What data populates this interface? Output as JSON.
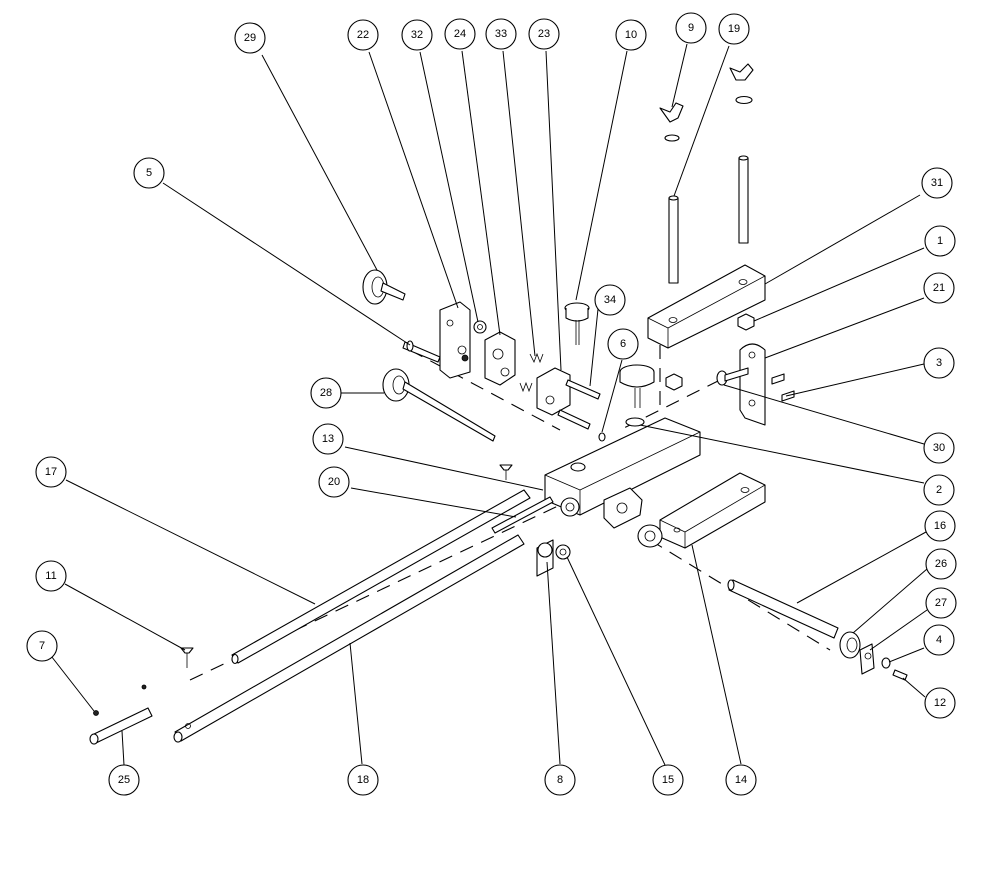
{
  "callouts": [
    "29",
    "22",
    "32",
    "24",
    "33",
    "23",
    "10",
    "9",
    "19",
    "5",
    "31",
    "1",
    "34",
    "21",
    "6",
    "3",
    "28",
    "30",
    "13",
    "2",
    "17",
    "20",
    "16",
    "26",
    "11",
    "27",
    "4",
    "7",
    "12",
    "25",
    "18",
    "8",
    "15",
    "14"
  ]
}
